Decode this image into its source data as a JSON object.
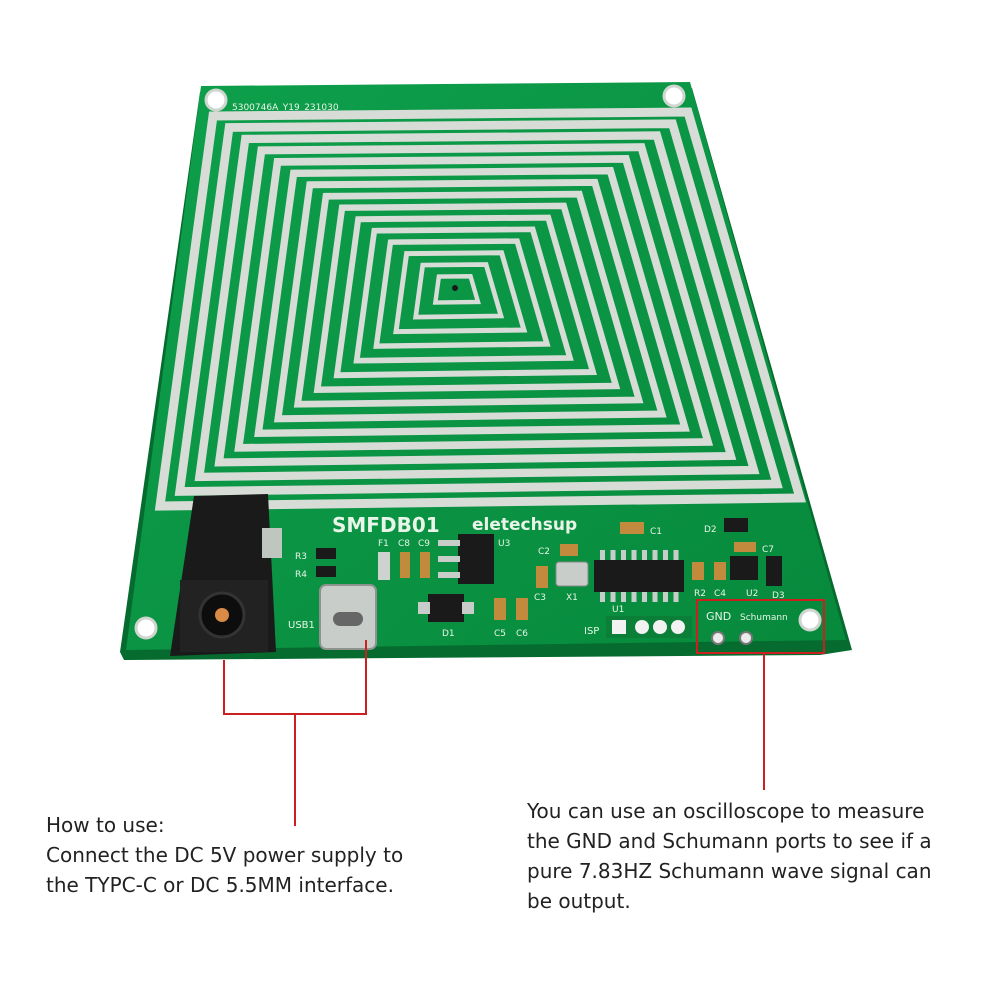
{
  "board": {
    "serial": "5300746A_Y19_231030",
    "model": "SMFDB01",
    "brand": "eletechsup",
    "usb_label": "USB1",
    "isp_label": "ISP",
    "gnd_label": "GND",
    "schumann_label": "Schumann",
    "parts": {
      "r3": "R3",
      "r4": "R4",
      "f1": "F1",
      "c8": "C8",
      "c9": "C9",
      "u3": "U3",
      "c2": "C2",
      "c3": "C3",
      "x1": "X1",
      "c1": "C1",
      "u1": "U1",
      "d1": "D1",
      "c5": "C5",
      "c6": "C6",
      "r2": "R2",
      "c4": "C4",
      "u2": "U2",
      "d3": "D3",
      "d2": "D2",
      "c7": "C7"
    }
  },
  "captions": {
    "left": [
      "How to use:",
      "Connect the DC 5V power supply to",
      "the TYPC-C or DC 5.5MM interface."
    ],
    "right": [
      "You can use an oscilloscope to measure",
      "the GND and Schumann ports to see if a",
      "pure 7.83HZ Schumann wave signal can",
      "be output."
    ]
  },
  "colors": {
    "pcb": "#0a9a45",
    "trace": "#d7dcd6",
    "annotation": "#cc1f1f"
  }
}
